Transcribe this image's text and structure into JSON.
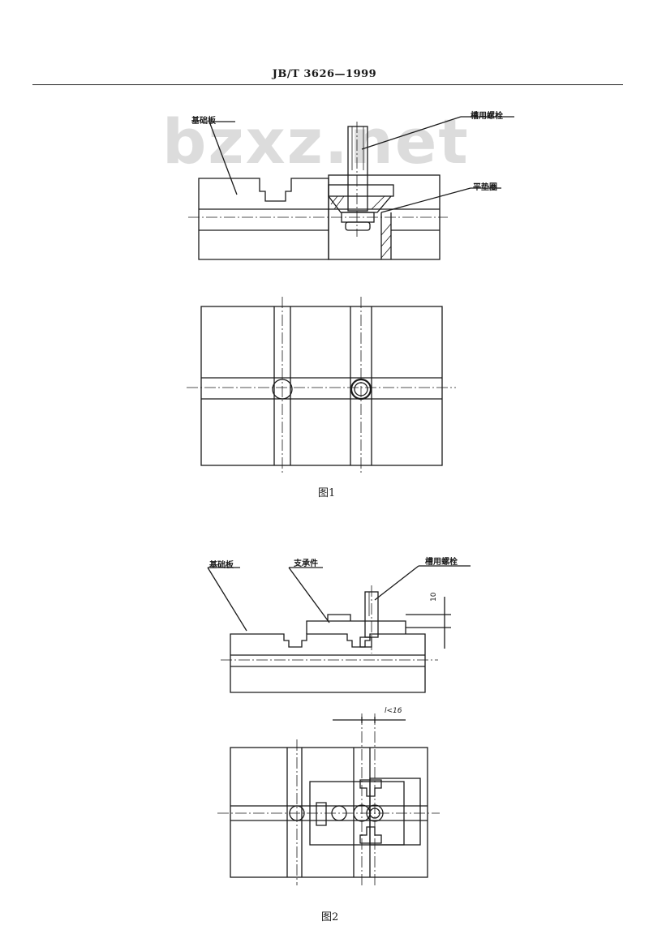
{
  "header": {
    "standard_code": "JB/T 3626—1999"
  },
  "watermark": "bzxz.net",
  "figure1": {
    "caption": "图1",
    "labels": {
      "base_plate": "基础板",
      "bolt": "槽用螺栓",
      "washer": "平垫圈"
    }
  },
  "figure2": {
    "caption": "图2",
    "labels": {
      "base_plate": "基础板",
      "support": "支承件",
      "bolt": "槽用螺栓"
    },
    "dimension_height": "10",
    "dimension_width": "l<16"
  }
}
